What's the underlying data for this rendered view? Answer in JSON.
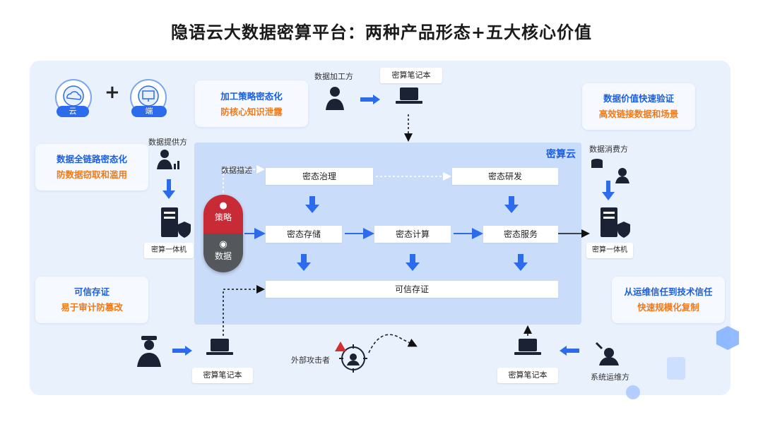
{
  "title": "隐语云大数据密算平台：两种产品形态+五大核心价值",
  "forms": {
    "cloud": "云",
    "edge": "端",
    "plus": "+"
  },
  "values": [
    {
      "l1": "加工策略密态化",
      "l2": "防核心知识泄露"
    },
    {
      "l1": "数据价值快速验证",
      "l2": "高效链接数据和场景"
    },
    {
      "l1": "数据全链路密态化",
      "l2": "防数据窃取和滥用"
    },
    {
      "l1": "可信存证",
      "l2": "易于审计防篡改"
    },
    {
      "l1": "从运维信任到技术信任",
      "l2": "快速规模化复制"
    }
  ],
  "cloud_label": "密算云",
  "modules": {
    "governance": "密态治理",
    "rnd": "密态研发",
    "storage": "密态存储",
    "compute": "密态计算",
    "service": "密态服务",
    "evidence": "可信存证"
  },
  "pill": {
    "strategy": "策略",
    "data": "数据"
  },
  "actors": {
    "processor": "数据加工方",
    "provider": "数据提供方",
    "consumer": "数据消费方",
    "attacker": "外部攻击者",
    "ops": "系统运维方"
  },
  "devices": {
    "notebook": "密算笔记本",
    "appliance": "密算一体机"
  },
  "data_desc": "数据描述",
  "colors": {
    "accent": "#1b5fe0",
    "orange": "#f07a1a",
    "red": "#c82a36",
    "dark": "#54575c"
  }
}
